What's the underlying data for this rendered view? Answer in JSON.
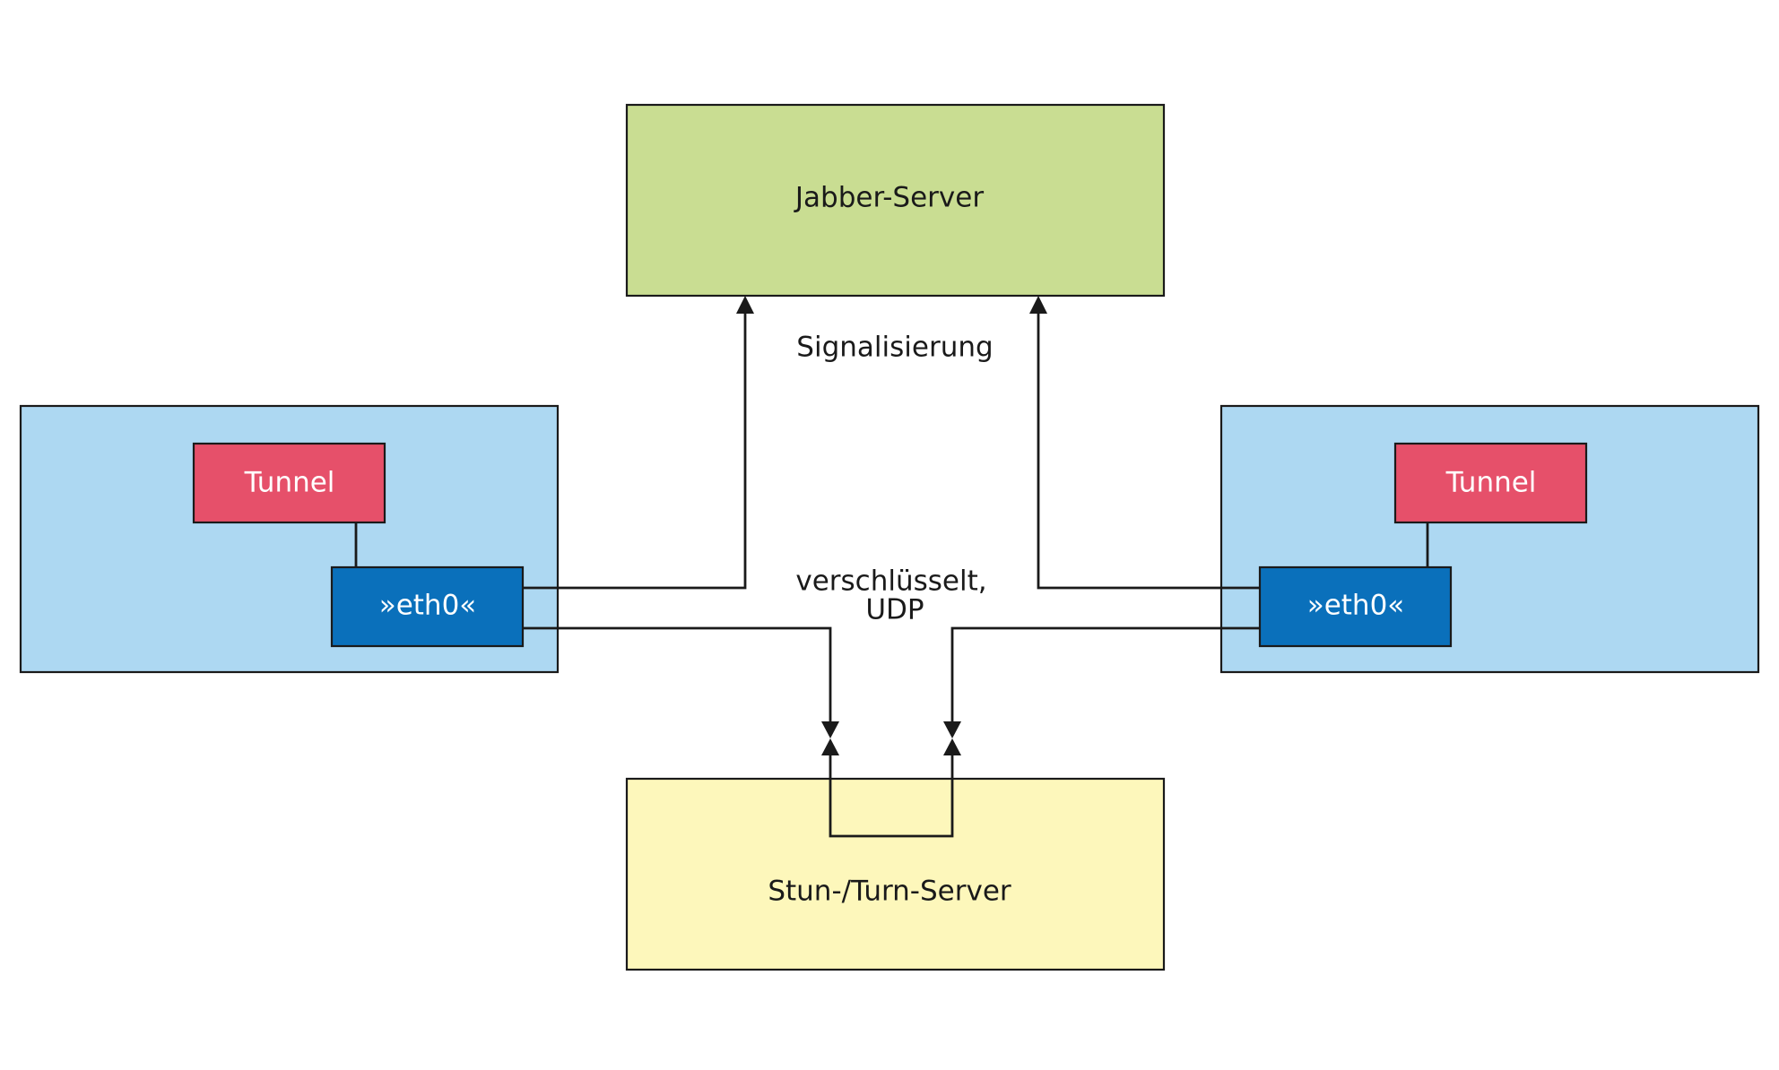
{
  "colors": {
    "jabber_server": "#c9dd92",
    "stun_turn_server": "#fdf7bb",
    "host": "#add8f2",
    "tunnel": "#e6506a",
    "interface": "#0a70bb",
    "line": "#1a1a1a"
  },
  "jabber_server": {
    "label": "Jabber-Server"
  },
  "stun_turn_server": {
    "label": "Stun-/Turn-Server"
  },
  "left_host": {
    "tunnel_label": "Tunnel",
    "interface_label": "»eth0«"
  },
  "right_host": {
    "tunnel_label": "Tunnel",
    "interface_label": "»eth0«"
  },
  "connections": {
    "signaling_label": "Signalisierung",
    "data_label_line1": "verschlüsselt,",
    "data_label_line2": "UDP"
  }
}
